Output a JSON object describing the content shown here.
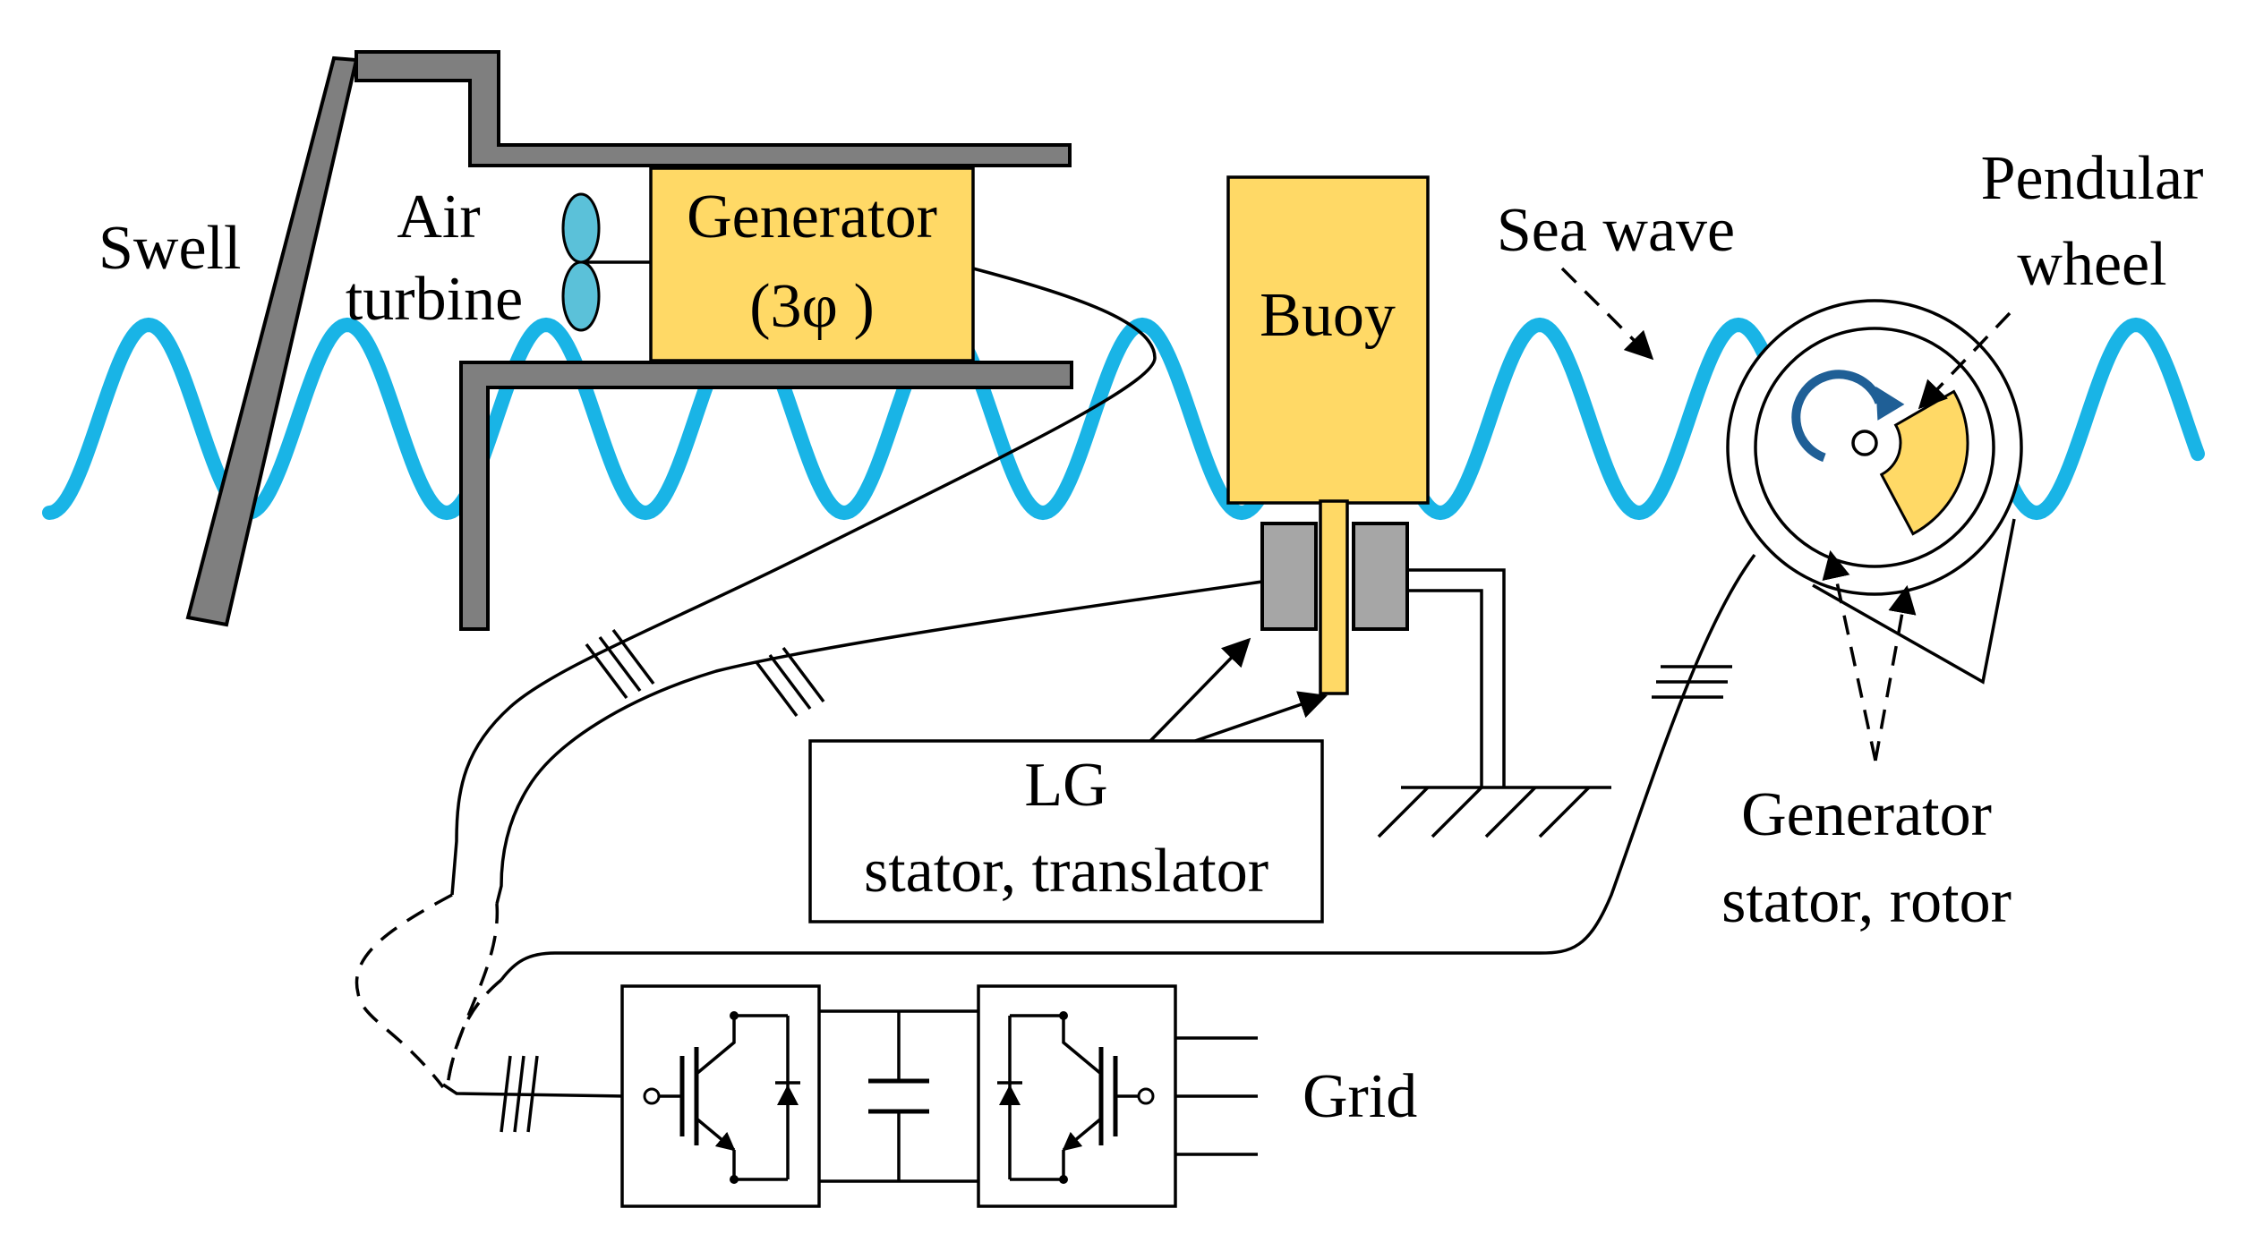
{
  "colors": {
    "wave": "#19b4e6",
    "yellow": "#ffd966",
    "wall": "#7f7f7f",
    "gray": "#a6a6a6",
    "turbine": "#5bc1d9",
    "rotation_arrow": "#1f5f96"
  },
  "labels": {
    "swell": "Swell",
    "air": "Air",
    "turbine": "turbine",
    "generator": "Generator",
    "generator_phase": "(3φ )",
    "buoy": "Buoy",
    "sea_wave": "Sea wave",
    "pendular": "Pendular",
    "wheel": "wheel",
    "lg": "LG",
    "lg_parts": "stator, translator",
    "gen_stator": "Generator",
    "gen_parts": "stator, rotor",
    "grid": "Grid"
  }
}
